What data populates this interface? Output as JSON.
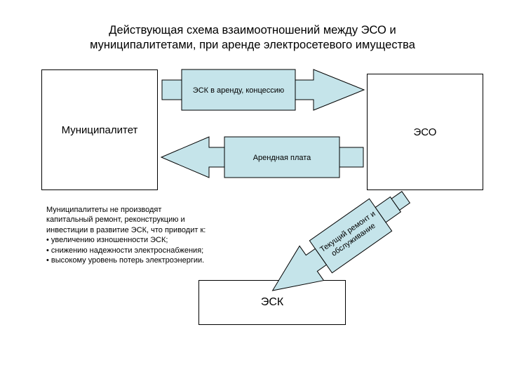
{
  "title": {
    "line1": "Действующая схема взаимоотношений между ЭСО и",
    "line2": "муниципалитетами, при аренде электросетевого имущества"
  },
  "nodes": {
    "municipality": "Муниципалитет",
    "eso": "ЭСО",
    "esk": "ЭСК"
  },
  "arrows": {
    "lease": "ЭСК в аренду, концессию",
    "rent": "Арендная плата",
    "maintenance_line1": "Текущий ремонт и",
    "maintenance_line2": "обслуживание"
  },
  "note": {
    "line1": "Муниципалитеты не производят",
    "line2": "капитальный ремонт, реконструкцию и",
    "line3": "инвестиции в развитие ЭСК, что приводит к:",
    "bullets": [
      "• увеличению изношенности ЭСК;",
      "• снижению надежности электроснабжения;",
      "• высокому уровень потерь электроэнергии."
    ]
  },
  "colors": {
    "arrow_fill": "#c5e4ea",
    "stroke": "#000000"
  }
}
